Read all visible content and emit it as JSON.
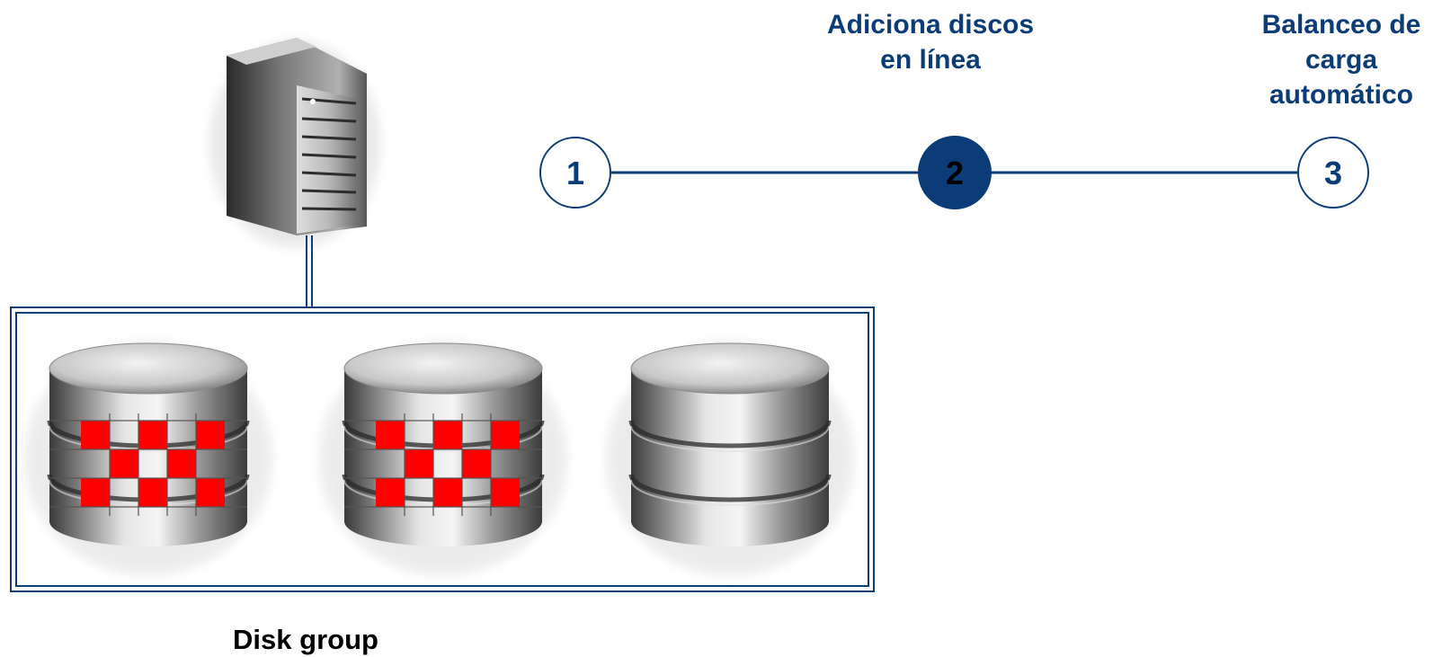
{
  "steps": [
    {
      "number": "1",
      "label_lines": [],
      "active": false
    },
    {
      "number": "2",
      "label_lines": [
        "Adiciona discos",
        "en línea"
      ],
      "active": true
    },
    {
      "number": "3",
      "label_lines": [
        "Balanceo de",
        "carga",
        "automático"
      ],
      "active": false
    }
  ],
  "disk_group": {
    "label": "Disk group",
    "disk_count": 3,
    "disks": [
      {
        "has_data_stripes": true
      },
      {
        "has_data_stripes": true
      },
      {
        "has_data_stripes": false
      }
    ]
  },
  "icons": {
    "server": "server-icon",
    "disk": "disk-icon"
  },
  "colors": {
    "accent": "#0b3c78",
    "stripe": "#ff0000",
    "active_step_fill": "#0b3c78",
    "inactive_step_fill": "#ffffff"
  }
}
